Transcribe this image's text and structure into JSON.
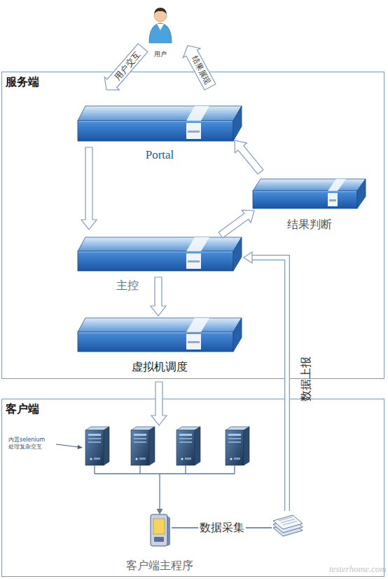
{
  "diagram": {
    "nodes": [
      {
        "text": [
          "用户"
        ]
      },
      {
        "text": [
          "服务端"
        ]
      },
      {
        "text": [
          "Portal"
        ],
        "in": 1
      },
      {
        "text": [
          "结果判断"
        ],
        "in": 1
      },
      {
        "text": [
          "主控"
        ],
        "in": 1
      },
      {
        "text": [
          "虚拟机调度"
        ],
        "in": 1
      },
      {
        "text": [
          "客户端"
        ]
      },
      {
        "text": [
          "客户端主程序"
        ],
        "in": 6
      }
    ],
    "edges": [
      {
        "from": 0,
        "to": 1,
        "label": "用户交互",
        "arrow": "to"
      },
      {
        "from": 1,
        "to": 0,
        "label": "结果展现",
        "arrow": "to"
      },
      {
        "from": 2,
        "to": 4,
        "arrow": "to"
      },
      {
        "from": 4,
        "to": 3,
        "arrow": "to"
      },
      {
        "from": 3,
        "to": 2,
        "arrow": "to"
      },
      {
        "from": 4,
        "to": 5,
        "arrow": "to"
      },
      {
        "from": 5,
        "to": 6,
        "arrow": "to"
      },
      {
        "from": 7,
        "to": 4,
        "label": "数据上报",
        "arrow": "to"
      }
    ],
    "labels": [
      "内置selenium 处理复杂交互",
      "数据采集",
      "testerhome.com"
    ]
  }
}
